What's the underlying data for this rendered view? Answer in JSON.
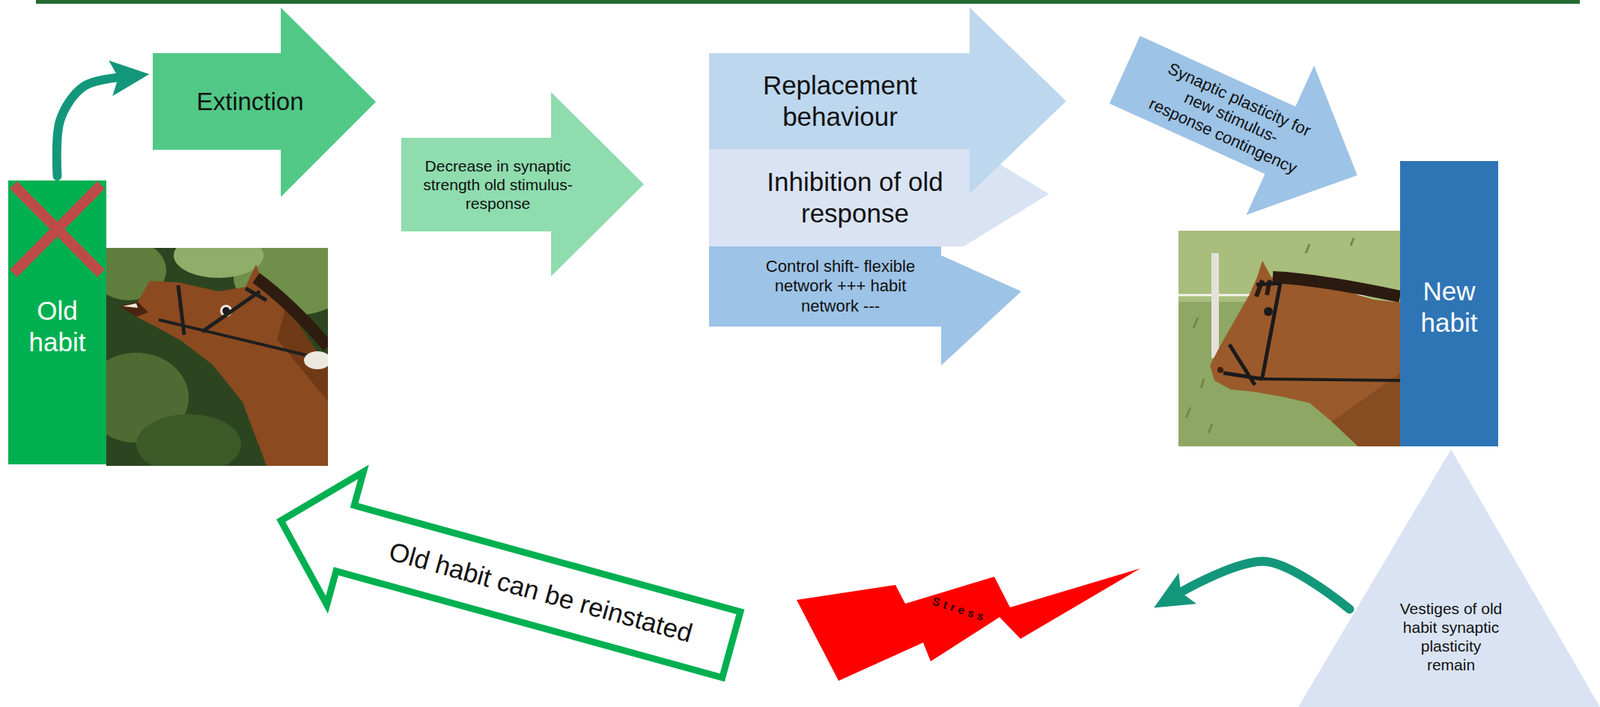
{
  "diagram": {
    "nodes": [
      {
        "text": [
          "Old habit"
        ]
      },
      {
        "text": [
          "Extinction"
        ]
      },
      {
        "text": [
          "Decrease in synaptic strength old stimulus-response"
        ]
      },
      {
        "text": [
          "Replacement behaviour"
        ]
      },
      {
        "text": [
          "Inhibition of old response"
        ]
      },
      {
        "text": [
          "Control shift- flexible network +++ habit network ---"
        ]
      },
      {
        "text": [
          "Synaptic plasticity for new stimulus- response contingency"
        ]
      },
      {
        "text": [
          "New habit"
        ]
      },
      {
        "text": [
          "Vestiges of old habit synaptic plasticity remain"
        ]
      },
      {
        "text": [
          "Stress"
        ]
      },
      {
        "text": [
          "Old habit can be reinstated"
        ]
      }
    ],
    "edges": [
      {
        "from": 0,
        "to": 1,
        "arrow": "to"
      },
      {
        "from": 8,
        "to": 9,
        "arrow": "to"
      }
    ]
  }
}
